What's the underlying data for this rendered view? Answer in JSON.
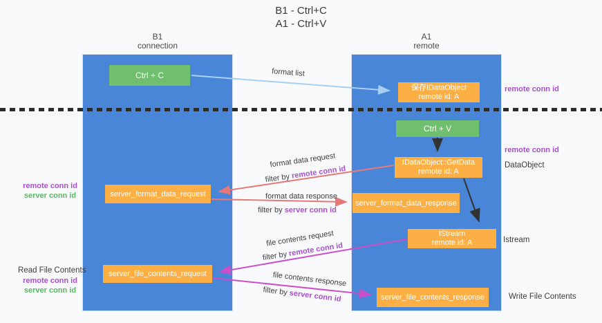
{
  "title": {
    "line1": "B1 - Ctrl+C",
    "line2": "A1 - Ctrl+V"
  },
  "columns": {
    "left": {
      "name": "B1",
      "subtitle": "connection"
    },
    "right": {
      "name": "A1",
      "subtitle": "remote"
    }
  },
  "nodes": {
    "ctrl_c": "Ctrl + C",
    "ctrl_v": "Ctrl + V",
    "save_idataobject": {
      "line1": "保存IDataObject",
      "line2": "remote id: A"
    },
    "getdata": {
      "line1": "IDataObject::GetData",
      "line2": "remote id: A"
    },
    "istream": {
      "line1": "IStream",
      "line2": "remote id: A"
    },
    "server_format_data_request": "server_format_data_request",
    "server_format_data_response": "server_format_data_response",
    "server_file_contents_request": "server_file_contents_request",
    "server_file_contents_response": "server_file_contents_response"
  },
  "arrow_labels": {
    "format_list": "format list",
    "format_data_request": "format data request",
    "format_data_response": "format data response",
    "file_contents_request": "file contents request",
    "file_contents_response": "file contents response",
    "filter_by": "filter by ",
    "remote_conn_id": "remote conn id",
    "server_conn_id": "server conn id"
  },
  "annotations": {
    "remote_conn_id": "remote conn id",
    "server_conn_id": "server conn id",
    "dataobject": "DataObject",
    "istream": "Istream",
    "read_file_contents": "Read File Contents",
    "write_file_contents": "Write File Contents"
  },
  "colors": {
    "column_blue": "#4a86d7",
    "box_green": "#6fbf6f",
    "box_orange": "#fbaf45",
    "arrow_light_blue": "#a9cff0",
    "arrow_red": "#e57878",
    "arrow_magenta": "#cb4fc8",
    "arrow_black": "#333333",
    "text_purple": "#a751c9",
    "text_green": "#5cb661"
  }
}
